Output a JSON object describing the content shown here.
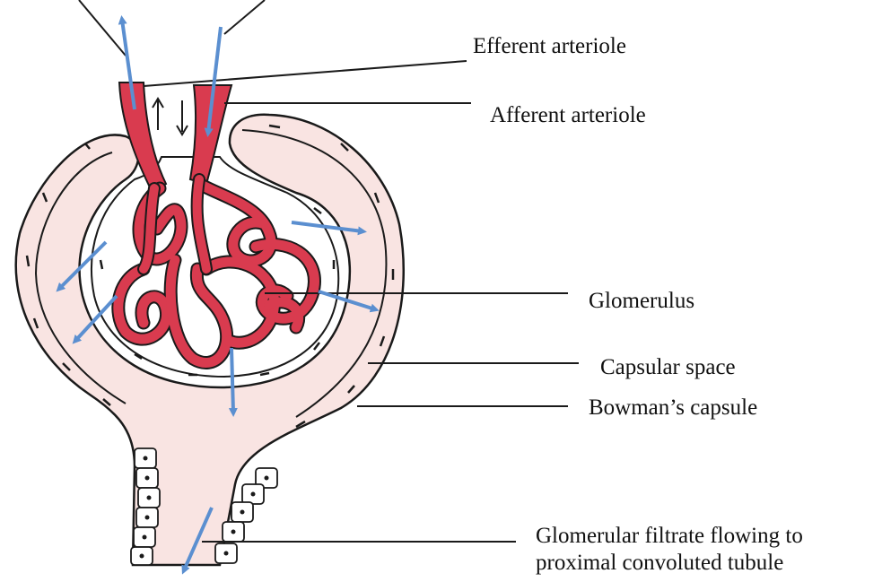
{
  "labels": {
    "efferent": "Efferent arteriole",
    "afferent": "Afferent arteriole",
    "glomerulus": "Glomerulus",
    "capsular_space": "Capsular space",
    "bowmans_capsule": "Bowman’s capsule",
    "filtrate_line1": "Glomerular filtrate flowing to",
    "filtrate_line2": "proximal convoluted tubule"
  },
  "colors": {
    "vessel": "#d93b4f",
    "capsule_fill": "#f9e4e2",
    "outline": "#1a1a1a",
    "arrow": "#5b8fd0",
    "cell_fill": "#ffffff"
  }
}
